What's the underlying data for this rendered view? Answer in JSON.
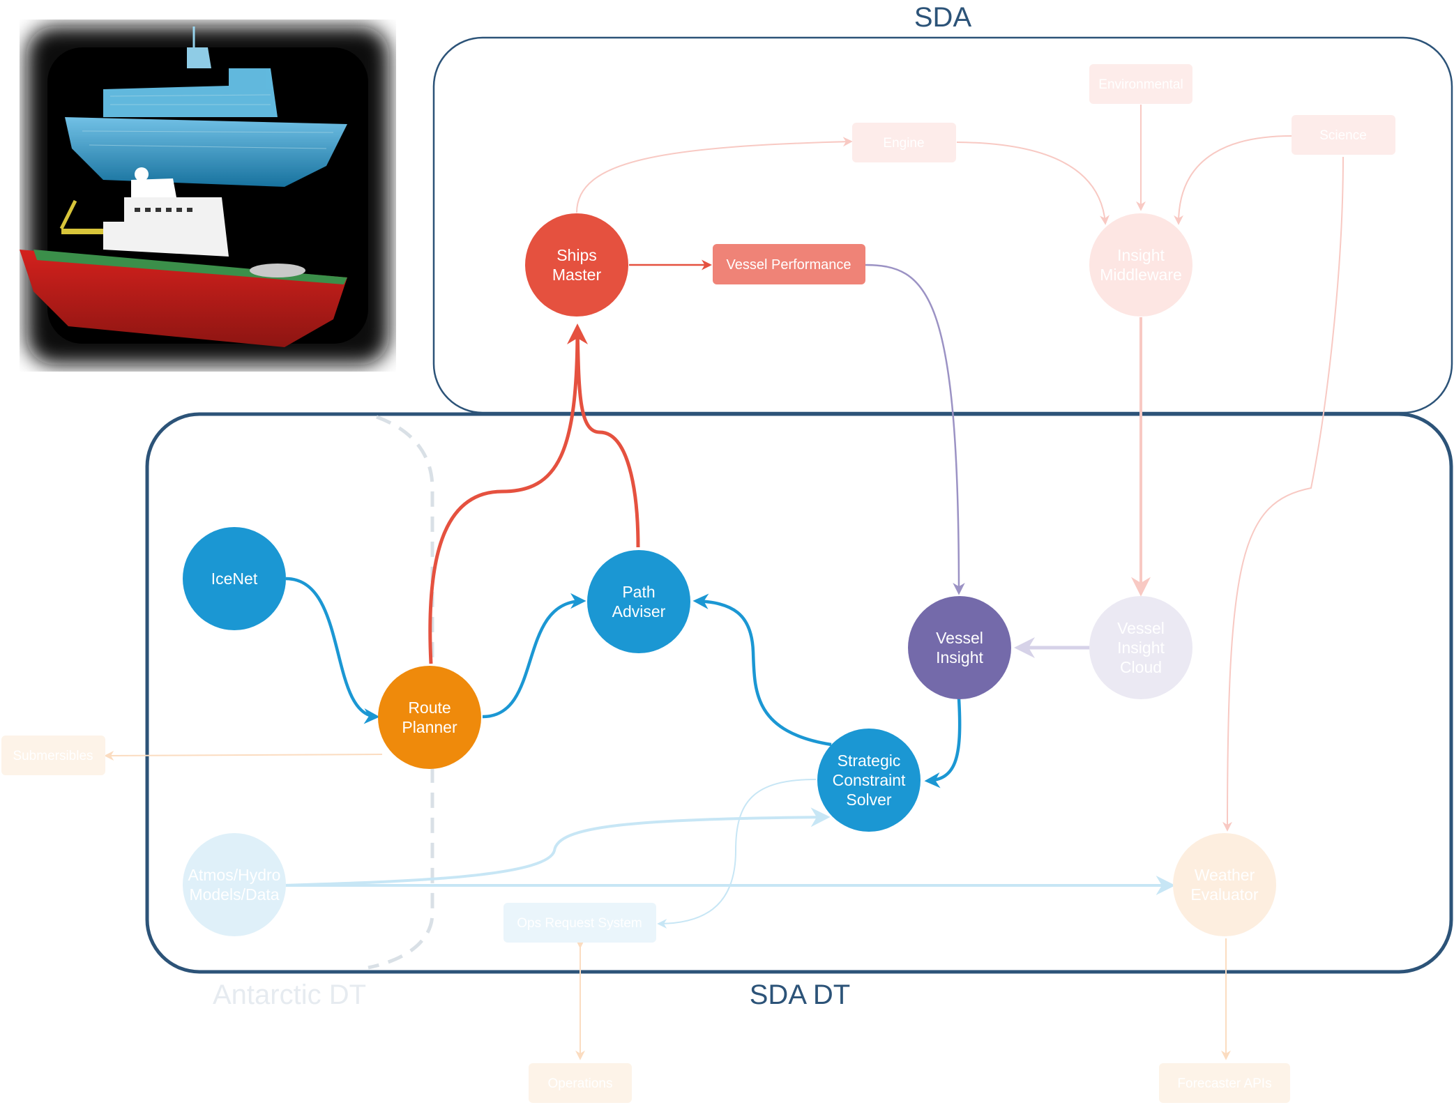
{
  "groups": {
    "sda": "SDA",
    "sda_dt": "SDA DT",
    "antarctic_dt": "Antarctic DT"
  },
  "illustration": {
    "icon": "digital-twin-ship-illustration"
  },
  "nodes": {
    "ships_master": [
      "Ships",
      "Master"
    ],
    "insight_middleware": [
      "Insight",
      "Middleware"
    ],
    "icenet": [
      "IceNet"
    ],
    "route_planner": [
      "Route",
      "Planner"
    ],
    "path_adviser": [
      "Path",
      "Adviser"
    ],
    "vessel_insight": [
      "Vessel",
      "Insight"
    ],
    "vessel_insight_cloud": [
      "Vessel",
      "Insight",
      "Cloud"
    ],
    "strategic_constraint_solver": [
      "Strategic",
      "Constraint",
      "Solver"
    ],
    "atmos_hydro": [
      "Atmos/Hydro",
      "Models/Data"
    ],
    "weather_evaluator": [
      "Weather",
      "Evaluator"
    ]
  },
  "boxes": {
    "vessel_performance": "Vessel Performance",
    "environmental": "Environmental",
    "engine": "Engine",
    "science": "Science",
    "submersibles": "Submersibles",
    "ops_request_system": "Ops Request System",
    "operations": "Operations",
    "forecaster_apis": "Forecaster APIs"
  },
  "colors": {
    "container_border": "#2c5378",
    "sda_text": "#2c5378",
    "red": "#e5513f",
    "red_box": "#ef8377",
    "blue": "#1b97d3",
    "orange": "#ef8a0b",
    "purple": "#746aaa",
    "faded_red": "#fbe0dd",
    "faded_blue": "#dff0f9",
    "faded_orange": "#fdeedf",
    "faded_purple": "#ebe9f3"
  }
}
